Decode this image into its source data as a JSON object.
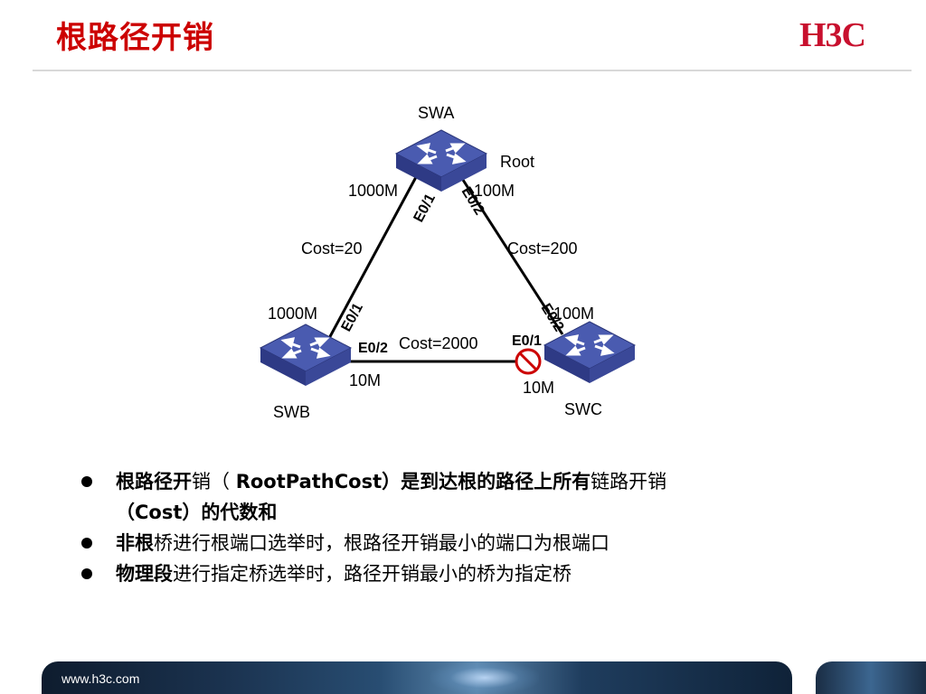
{
  "slide": {
    "title": "根路径开销",
    "logo": "H3C"
  },
  "diagram": {
    "switches": {
      "swa": "SWA",
      "swb": "SWB",
      "swc": "SWC"
    },
    "root_label": "Root",
    "ports": {
      "swa_e01": "E0/1",
      "swa_e02": "E0/2",
      "swb_e01": "E0/1",
      "swb_e02": "E0/2",
      "swc_e01": "E0/1",
      "swc_e02": "E0/2"
    },
    "speeds": {
      "swa_left": "1000M",
      "swa_right": "100M",
      "swb_top": "1000M",
      "swb_bottom": "10M",
      "swc_top": "100M",
      "swc_bottom": "10M"
    },
    "costs": {
      "ab": "Cost=20",
      "ac": "Cost=200",
      "bc": "Cost=2000"
    },
    "colors": {
      "switch_top": "#3f4fa0",
      "switch_side": "#27327a",
      "blocked": "#cc0000"
    }
  },
  "bullets": [
    {
      "bold": "根路径开",
      "rest": "销（ ",
      "bold2": "RootPathCost）是到达根的路径上所有",
      "rest2": "链路开销",
      "line2_bold": "（Cost）的代数和"
    },
    {
      "bold": "非根",
      "rest": "桥进行根端口选举时，根路径开销最小的端口为根端口"
    },
    {
      "bold": "物理段",
      "rest": "进行指定桥选举时，路径开销最小的桥为指定桥"
    }
  ],
  "footer": {
    "url": "www.h3c.com"
  }
}
